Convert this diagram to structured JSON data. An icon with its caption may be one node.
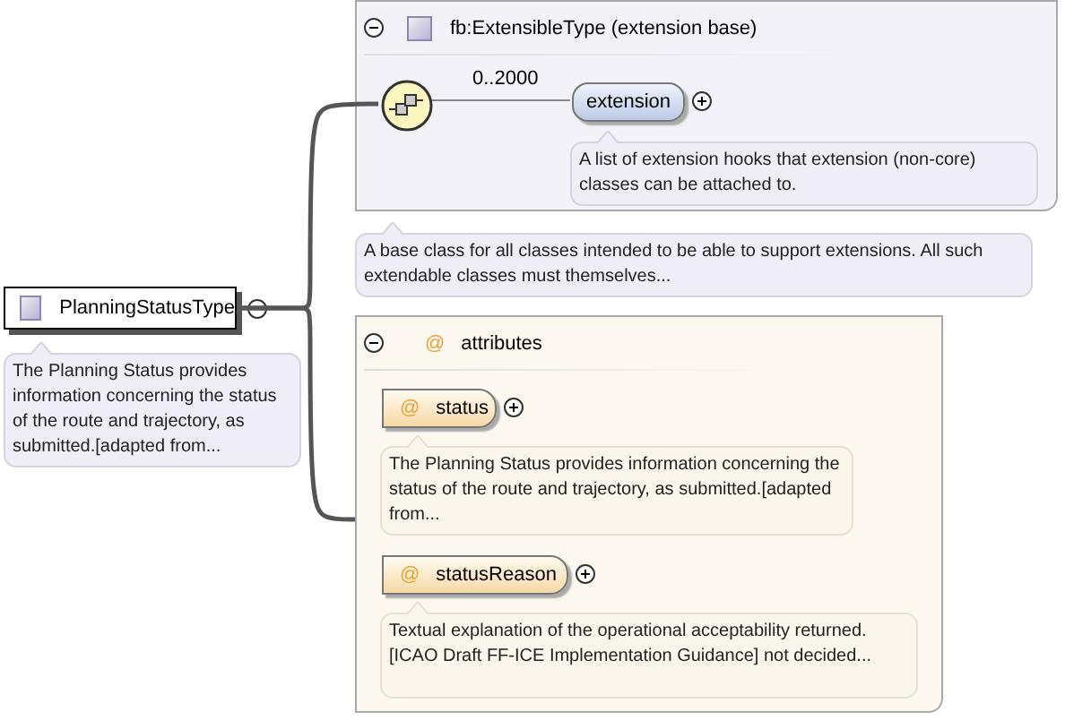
{
  "diagram": {
    "nodes": [
      {
        "text": [
          "PlanningStatusType"
        ],
        "beside": [
          "The Planning Status provides information concerning the status of the route and trajectory, as submitted.[adapted from..."
        ]
      },
      {
        "text": [
          "fb:ExtensibleType (extension base)"
        ],
        "beside": [
          "A base class for all classes intended to be able to support extensions. All such extendable classes must themselves..."
        ]
      },
      {
        "text": [],
        "shape": "circle",
        "in": 1
      },
      {
        "text": [
          "extension"
        ],
        "in": 1,
        "beside": [
          "A list of extension hooks that extension (non-core) classes can be attached to."
        ]
      },
      {
        "text": [
          "@",
          "attributes"
        ]
      },
      {
        "text": [
          "@",
          "status"
        ],
        "in": 4,
        "beside": [
          "The Planning Status provides information concerning the status of the route and trajectory, as submitted.[adapted from..."
        ]
      },
      {
        "text": [
          "@",
          "statusReason"
        ],
        "in": 4,
        "beside": [
          "Textual explanation of the operational acceptability returned. [ICAO Draft FF-ICE Implementation Guidance] not decided..."
        ]
      }
    ],
    "edges": [
      {
        "from": 0,
        "to": 2,
        "arrow": "none"
      },
      {
        "from": 0,
        "to": 4,
        "arrow": "none"
      },
      {
        "from": 2,
        "to": 3,
        "arrow": "none",
        "label": "0..2000"
      }
    ]
  }
}
